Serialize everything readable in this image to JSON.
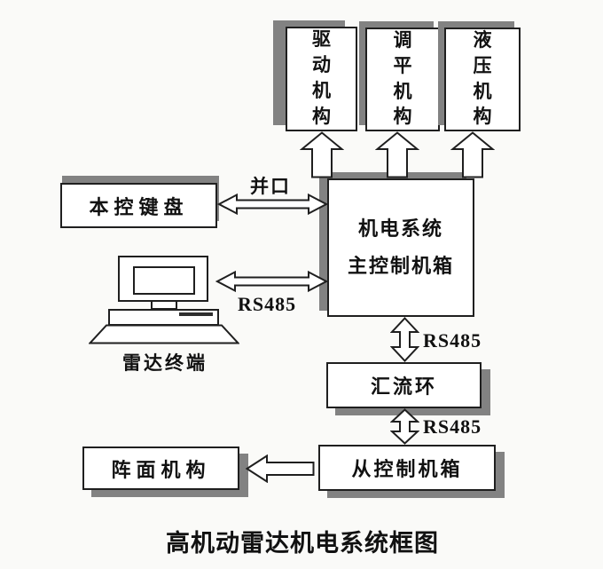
{
  "title": "高机动雷达机电系统框图",
  "nodes": {
    "drive": {
      "label": "驱动机构"
    },
    "leveling": {
      "label": "调平机构"
    },
    "hydraulic": {
      "label": "液压机构"
    },
    "main_control": {
      "label": "机电系统\n主控制机箱"
    },
    "local_keyboard": {
      "label": "本控键盘"
    },
    "radar_terminal": {
      "label": "雷达终端"
    },
    "slip_ring": {
      "label": "汇流环"
    },
    "slave_control": {
      "label": "从控制机箱"
    },
    "array_mechanism": {
      "label": "阵面机构"
    }
  },
  "links": {
    "parallel_port": {
      "label": "并口"
    },
    "rs485_terminal": {
      "label": "RS485"
    },
    "rs485_main_slip": {
      "label": "RS485"
    },
    "rs485_slip_slave": {
      "label": "RS485"
    }
  },
  "colors": {
    "border": "#1f1f1f",
    "shadow": "#828282",
    "background": "#fafaf8",
    "text": "#111111"
  }
}
